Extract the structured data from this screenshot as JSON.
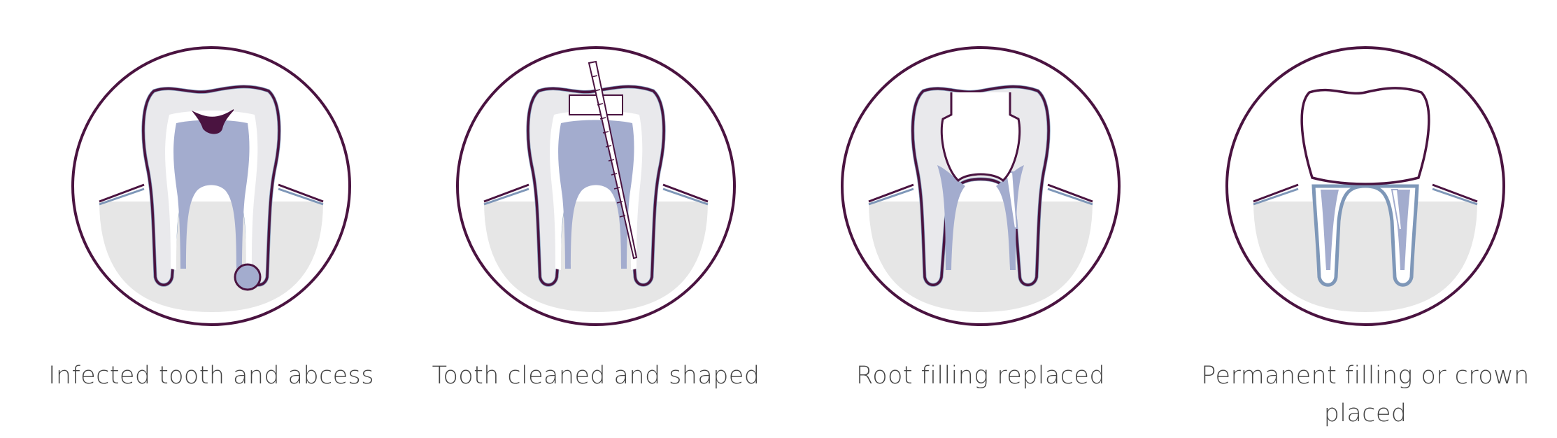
{
  "colors": {
    "outline": "#4a1340",
    "pulp": "#a3acce",
    "gum": "#e6e6e6",
    "bone_line": "#7e97b8",
    "dentin": "#e9e9ec",
    "caption": "#444444"
  },
  "steps": [
    {
      "icon": "infected-tooth-icon",
      "caption": "Infected tooth and abcess"
    },
    {
      "icon": "cleaned-tooth-icon",
      "caption": "Tooth cleaned and shaped"
    },
    {
      "icon": "root-filled-tooth-icon",
      "caption": "Root filling replaced"
    },
    {
      "icon": "crowned-tooth-icon",
      "caption": "Permanent filling or crown placed"
    }
  ]
}
